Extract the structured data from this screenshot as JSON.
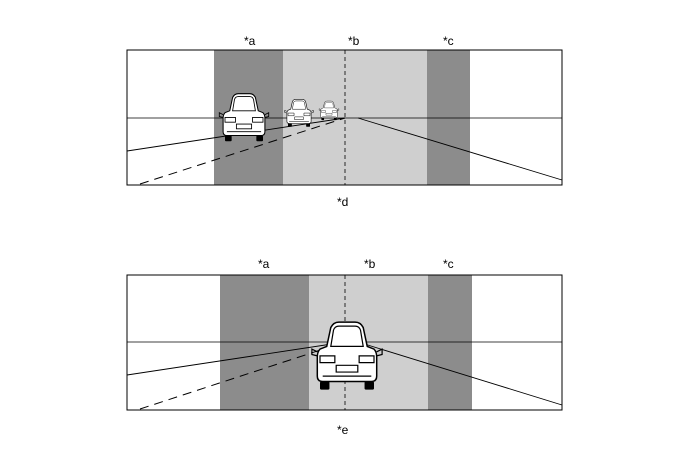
{
  "diagram": {
    "top": {
      "zone_labels": {
        "a": "*a",
        "b": "*b",
        "c": "*c"
      },
      "caption": "*d"
    },
    "bottom": {
      "zone_labels": {
        "a": "*a",
        "b": "*b",
        "c": "*c"
      },
      "caption": "*e"
    },
    "colors": {
      "zone_dark": "#8c8c8c",
      "zone_light": "#cfcfcf",
      "frame": "#000000",
      "background": "#ffffff"
    }
  }
}
